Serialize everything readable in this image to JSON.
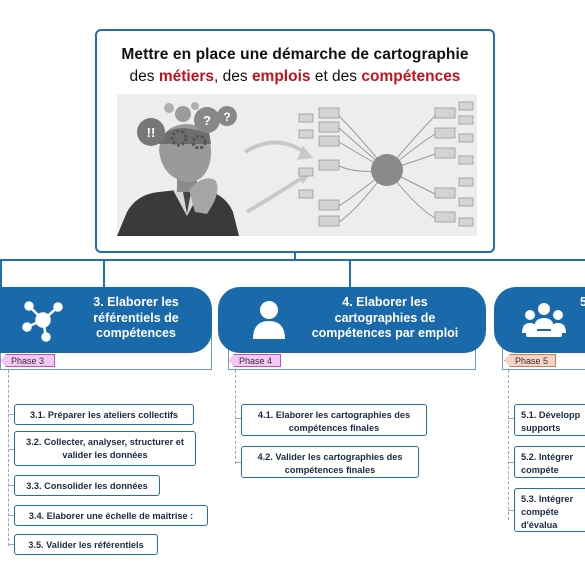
{
  "header": {
    "title_line1": "Mettre en place une démarche de cartographie",
    "title_line2_parts": [
      "des ",
      "métiers",
      ", des ",
      "emplois",
      " et des ",
      "compétences"
    ]
  },
  "illustration": {
    "thought_marks": [
      "!!",
      "?",
      "?"
    ]
  },
  "phases": [
    {
      "title_lines": [
        "3. Elaborer les",
        "référentiels de",
        "compétences"
      ],
      "tag": "Phase 3",
      "icon": "network-icon",
      "tasks": [
        "3.1. Préparer les ateliers collectifs",
        "3.2. Collecter, analyser, structurer et valider les données",
        "3.3. Consolider les données",
        "3.4. Elaborer une échelle de maitrise :",
        "3.5. Valider les référentiels"
      ]
    },
    {
      "title_lines": [
        "4. Elaborer les",
        "cartographies de",
        "compétences par emploi"
      ],
      "tag": "Phase 4",
      "icon": "person-icon",
      "tasks": [
        "4.1. Elaborer les cartographies des compétences finales",
        "4.2. Valider les cartographies des compétences finales"
      ]
    },
    {
      "title_lines": [
        "5"
      ],
      "tag": "Phase 5",
      "icon": "group-icon",
      "tasks": [
        "5.1. Développ supports",
        "5.2. Intégrer compéte",
        "5.3. Intégrer compéte d'évalua"
      ]
    }
  ],
  "colors": {
    "primary_blue": "#1a6aab",
    "accent_red": "#c0141c",
    "phase3_tag": "#f3c8f3",
    "phase4_tag": "#f3c8f3",
    "phase5_tag": "#f8d2c2"
  }
}
